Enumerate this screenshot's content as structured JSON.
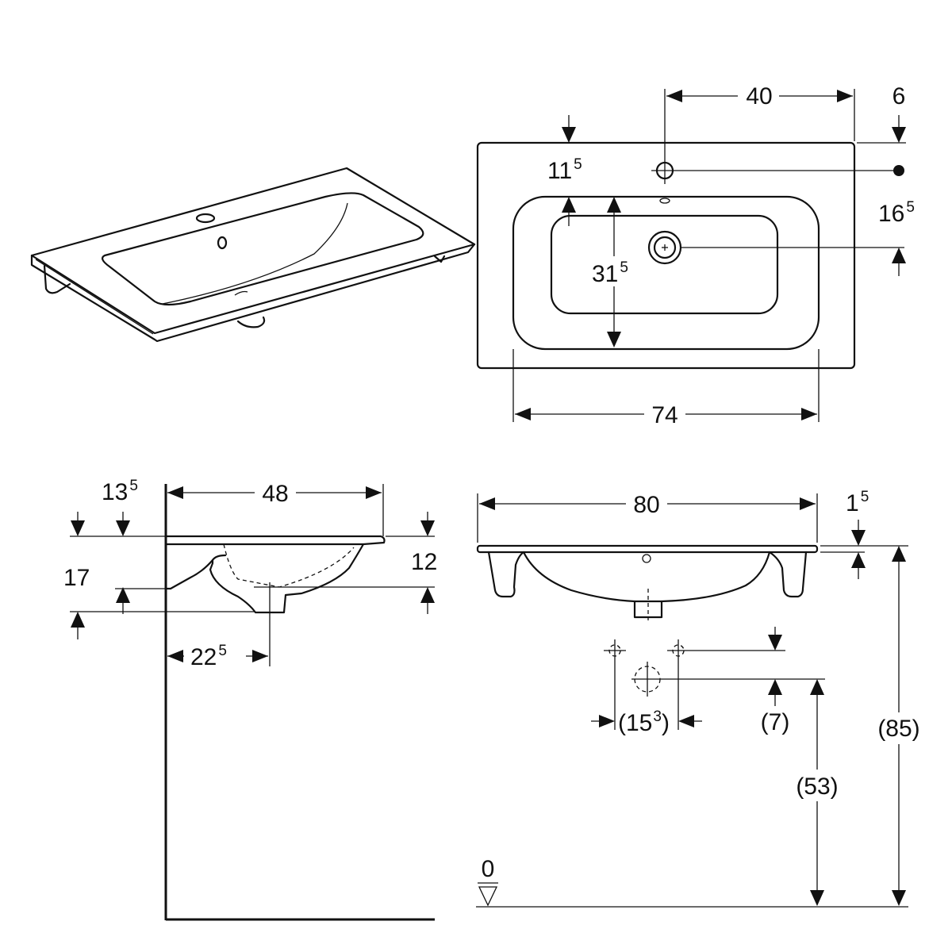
{
  "top_view": {
    "faucet_offset": "40",
    "edge_offset": "6",
    "back_rim_int": "11",
    "back_rim_sup": "5",
    "side_offset_int": "16",
    "side_offset_sup": "5",
    "bowl_depth_int": "31",
    "bowl_depth_sup": "5",
    "bowl_width": "74"
  },
  "side_view": {
    "rim_height_int": "13",
    "rim_height_sup": "5",
    "depth": "48",
    "overall_height": "17",
    "front_height": "12",
    "drain_offset_int": "22",
    "drain_offset_sup": "5"
  },
  "front_view": {
    "width": "80",
    "rim_thickness_int": "1",
    "rim_thickness_sup": "5",
    "waste_spacing_int": "(15",
    "waste_spacing_sup": "3",
    "waste_spacing_close": ")",
    "waste_vertical": "(7)",
    "waste_height": "(53)",
    "total_height": "(85)",
    "floor_level": "0"
  }
}
